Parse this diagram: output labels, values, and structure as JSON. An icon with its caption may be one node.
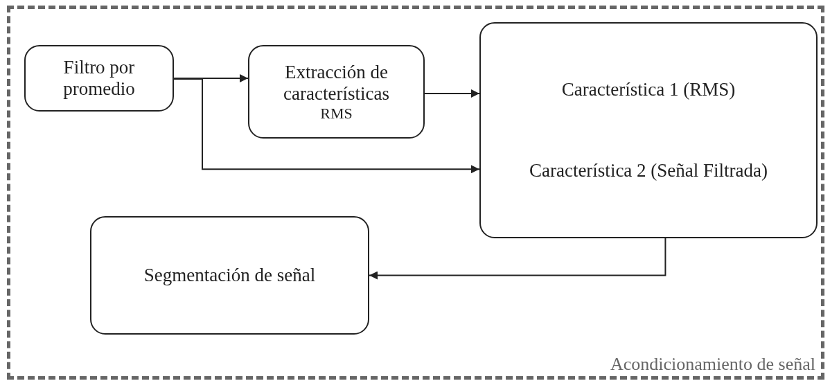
{
  "diagram": {
    "nodes": [
      {
        "text": [
          "Acondicionamiento de señal"
        ]
      },
      {
        "text": [
          "Filtro por promedio"
        ],
        "in": 0
      },
      {
        "text": [
          "Extracción de características",
          "RMS"
        ],
        "in": 0
      },
      {
        "text": [
          "Característica 1 (RMS)",
          "Característica 2 (Señal Filtrada)"
        ],
        "in": 0
      },
      {
        "text": [
          "Segmentación de señal"
        ],
        "in": 0
      }
    ],
    "edges": [
      {
        "from": 1,
        "to": 2,
        "arrow": "to"
      },
      {
        "from": 1,
        "to": 3,
        "arrow": "to"
      },
      {
        "from": 2,
        "to": 3,
        "arrow": "to"
      },
      {
        "from": 3,
        "to": 4,
        "arrow": "to"
      }
    ]
  }
}
